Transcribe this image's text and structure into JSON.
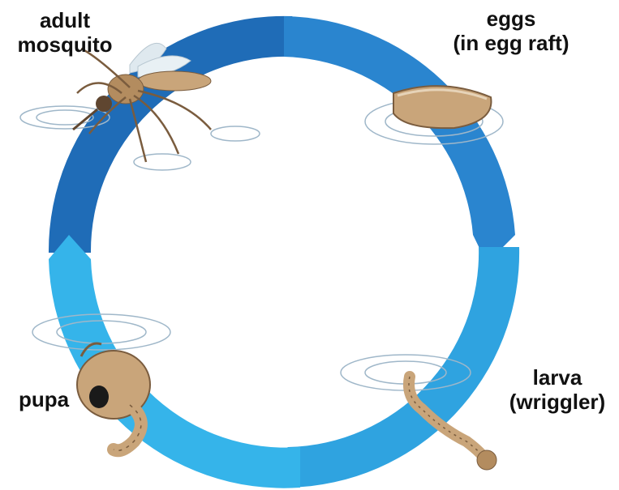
{
  "diagram": {
    "colors": {
      "arc_dark": "#1f6cb7",
      "arc_mid": "#2a85cf",
      "arc_light": "#2fa3e0",
      "arc_bright": "#35b4ea",
      "water_ripple": "#9fb7c9",
      "creature_body": "#c9a57a",
      "creature_dark": "#7a5c3e"
    },
    "stages": [
      {
        "id": "adult",
        "lines": [
          "adult",
          "mosquito"
        ],
        "icon": "mosquito-icon"
      },
      {
        "id": "eggs",
        "lines": [
          "eggs",
          "(in egg raft)"
        ],
        "icon": "egg-raft-icon"
      },
      {
        "id": "larva",
        "lines": [
          "larva",
          "(wriggler)"
        ],
        "icon": "larva-icon"
      },
      {
        "id": "pupa",
        "lines": [
          "pupa"
        ],
        "icon": "pupa-icon"
      }
    ]
  }
}
